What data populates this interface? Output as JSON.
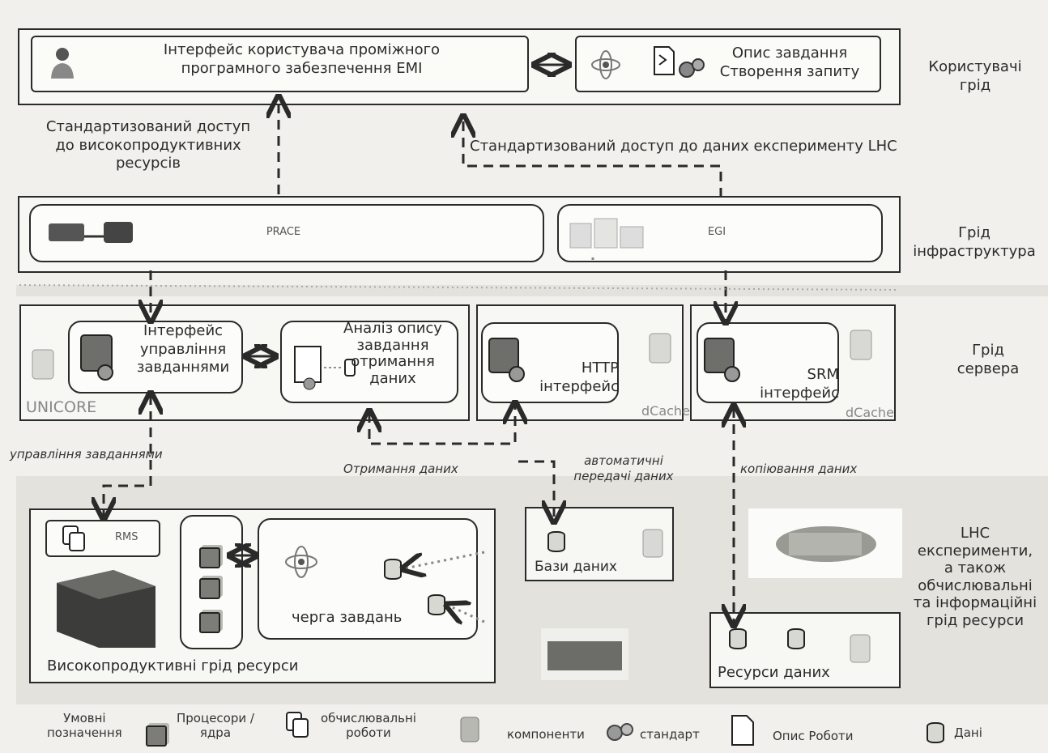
{
  "colors": {
    "line": "#2a2a2a",
    "background": "#f1f0ec",
    "band": "#e3e2dd"
  },
  "tiers": {
    "users": {
      "label": "Користувачі\nгрід"
    },
    "infrastructure": {
      "label": "Грід\nінфраструктура"
    },
    "servers": {
      "label": "Грід\nсервера"
    },
    "lhc": {
      "label": "LHC\nексперименти,\nа також\nобчислювальні\nта інформаційні\nгрід ресурси"
    }
  },
  "user_tier": {
    "emi_interface": "Інтерфейс користувача проміжного\nпрограмного забезпечення ЕМІ",
    "job_description": "Опис завдання\nСтворення запиту"
  },
  "access": {
    "hpc": "Стандартизований доступ\nдо високопродуктивних\nресурсів",
    "lhc": "Стандартизований доступ до даних експерименту LHC"
  },
  "infra": {
    "prace": "PRACE",
    "egi": "EGI"
  },
  "servers": {
    "job_mgmt": "Інтерфейс\nуправління\nзавданнями",
    "analysis": "Аналіз опису\nзавдання\nотримання\nданих",
    "unicore": "UNICORE",
    "http": "HTTP\nінтерфейс",
    "srm": "SRM\nінтерфейс",
    "dcache_1": "dCache",
    "dcache_2": "dCache"
  },
  "flows": {
    "job_control": "управління завданнями",
    "data_receive": "Отримання даних",
    "auto_transfer": "автоматичні\nпередачі даних",
    "data_copy": "копіювання даних"
  },
  "resources": {
    "rms": "RMS",
    "queue": "черга завдань",
    "hpc_resources": "Високопродуктивні грід ресурси",
    "databases": "Бази даних",
    "data_resources": "Ресурси даних"
  },
  "legend": {
    "title": "Умовні\nпозначення",
    "cpu": "Процесори /\nядра",
    "jobs": "обчислювальні\nроботи",
    "components": "компоненти",
    "standard": "стандарт",
    "job_desc": "Опис Роботи",
    "data": "Дані"
  }
}
